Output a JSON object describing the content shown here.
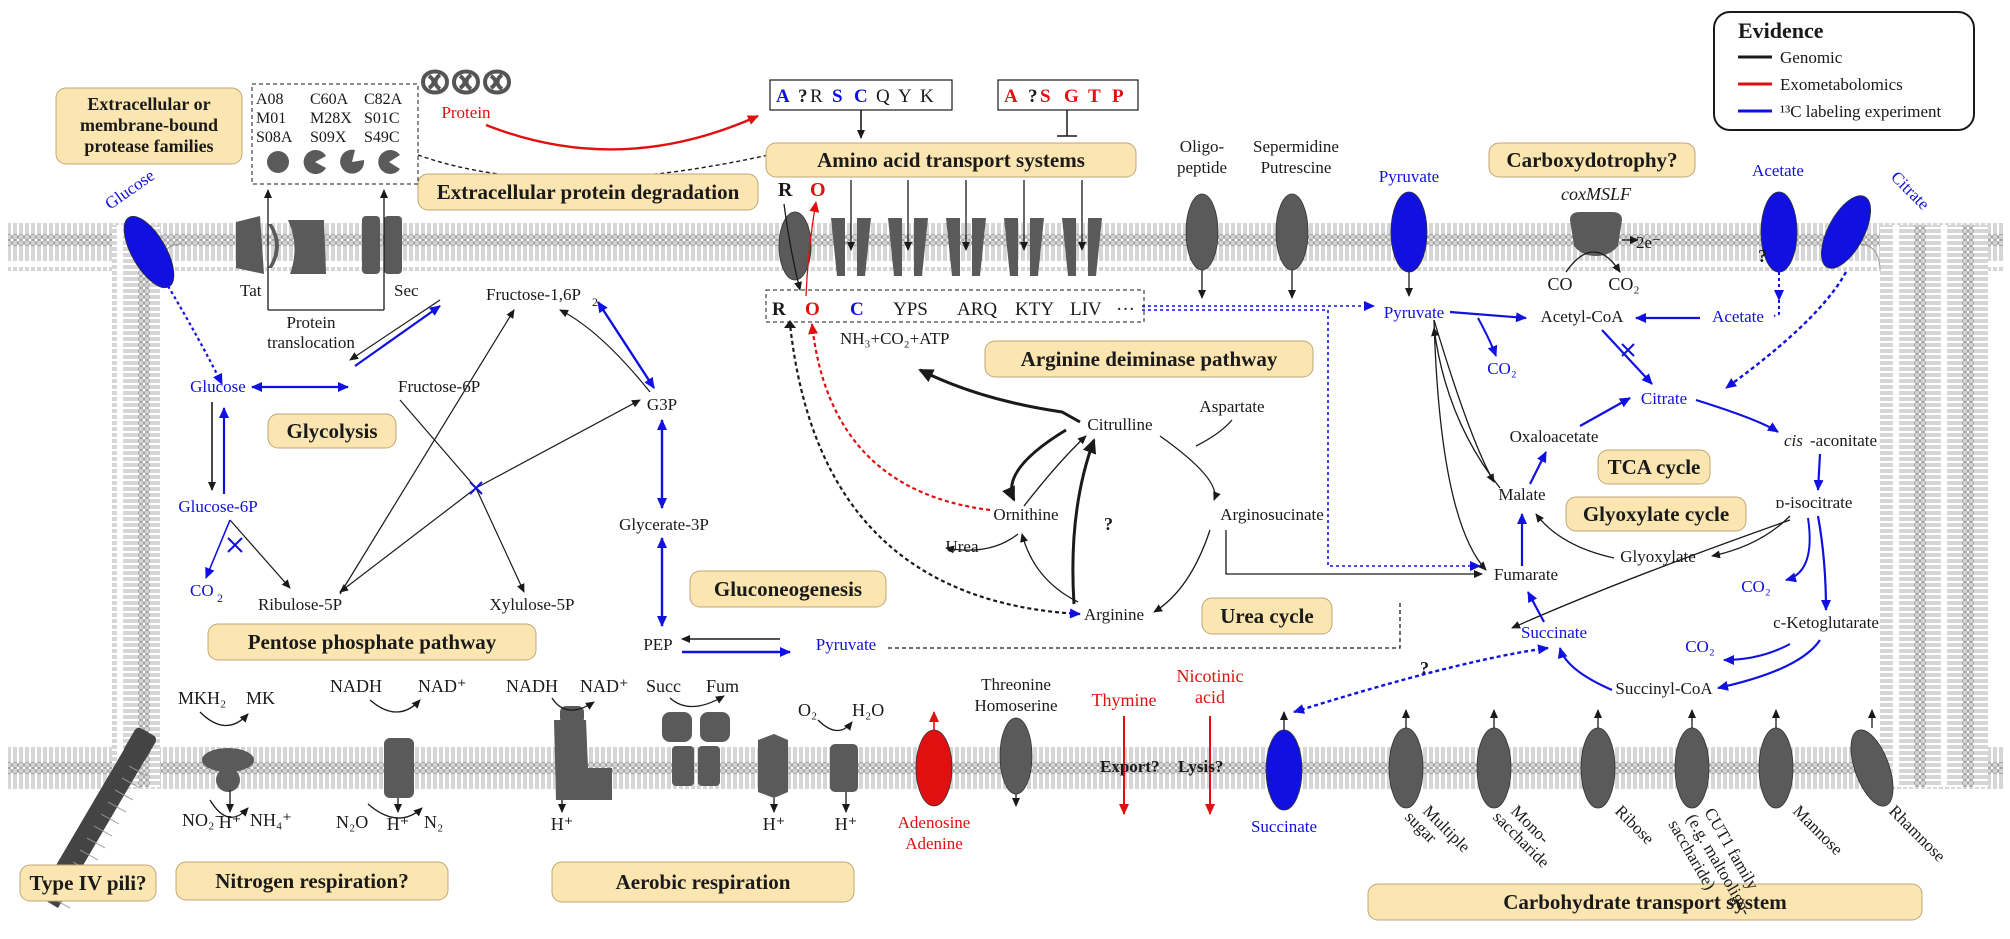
{
  "colors": {
    "genomic": "#1a1a1a",
    "exometabolomics": "#e01010",
    "labeling": "#1010e0",
    "label_box": "#fbe5b0",
    "membrane": "#c8c8c8",
    "protein": "#5a5a5a"
  },
  "legend": {
    "title": "Evidence",
    "items": [
      {
        "key": "genomic",
        "label": "Genomic"
      },
      {
        "key": "exometabolomics",
        "label": "Exometabolomics"
      },
      {
        "key": "labeling",
        "label": "¹³C labeling experiment"
      }
    ]
  },
  "boxes": {
    "protease_families": [
      "Extracellular or",
      "membrane-bound",
      "protease families"
    ],
    "amino_acid_transport": "Amino acid transport systems",
    "extracellular_degradation": "Extracellular protein degradation",
    "carboxydotrophy": "Carboxydotrophy?",
    "arginine_deiminase": "Arginine deiminase pathway",
    "glycolysis": "Glycolysis",
    "tca": "TCA cycle",
    "glyoxylate": "Glyoxylate cycle",
    "gluconeogenesis": "Gluconeogenesis",
    "urea": "Urea cycle",
    "pentose": "Pentose phosphate pathway",
    "type4": "Type IV pili?",
    "nitrogen": "Nitrogen respiration?",
    "aerobic": "Aerobic respiration",
    "carbohydrate": "Carbohydrate transport system"
  },
  "protease_codes": [
    [
      "A08",
      "C60A",
      "C82A"
    ],
    [
      "M01",
      "M28X",
      "S01C"
    ],
    [
      "S08A",
      "S09X",
      "S49C"
    ]
  ],
  "protein_label": "Protein",
  "aa_box1": [
    "A",
    "?",
    "R",
    "S",
    "C",
    "Q",
    "Y",
    "K"
  ],
  "aa_box2": [
    "A",
    "?",
    "S",
    "G",
    "T",
    "P"
  ],
  "ro_labels": {
    "r": "R",
    "o": "O"
  },
  "channel_labels": [
    "R",
    "O",
    "C",
    "YPS",
    "ARQ",
    "KTY",
    "LIV",
    "···"
  ],
  "top_transport": {
    "oligo": [
      "Oligo-",
      "peptide"
    ],
    "spermidine": [
      "Sepermidine",
      "Putrescine"
    ],
    "pyruvate": "Pyruvate",
    "coxmslf": "coxMSLF",
    "co": "CO",
    "co2": "CO₂",
    "e": "2e⁻",
    "acetate": "Acetate",
    "citrate": "Citrate"
  },
  "secretion": {
    "tat": "Tat",
    "sec": "Sec",
    "translocation": [
      "Protein",
      "translocation"
    ]
  },
  "glycolysis_metab": {
    "glucose_out": "Glucose",
    "glucose": "Glucose",
    "fructose16": "Fructose-1,6P",
    "fructose16_sub": "2",
    "fructose6": "Fructose-6P",
    "glucose6": "Glucose-6P",
    "co2": "CO",
    "co2_sub": "2",
    "ribulose": "Ribulose-5P",
    "xylulose": "Xylulose-5P",
    "g3p": "G3P",
    "glycerate": "Glycerate-3P",
    "pep": "PEP",
    "pyruvate": "Pyruvate"
  },
  "adi": {
    "nh3": "NH₃+CO₂+ATP",
    "citrulline": "Citrulline",
    "aspartate": "Aspartate",
    "ornithine": "Ornithine",
    "argininosuccinate": "Arginosucinate",
    "urea": "Urea",
    "arginine": "Arginine",
    "q": "?"
  },
  "tca_metab": {
    "pyruvate": "Pyruvate",
    "acetylcoa": "Acetyl-CoA",
    "acetate": "Acetate",
    "co2": "CO₂",
    "citrate": "Citrate",
    "cis_it": "cis",
    "cis_rest": "-aconitate",
    "oxaloacetate": "Oxaloacetate",
    "disocitrate": "ᴅ-isocitrate",
    "malate": "Malate",
    "glyoxylate": "Glyoxylate",
    "fumarate": "Fumarate",
    "co2b": "CO₂",
    "succinate": "Succinate",
    "ketoglutarate": "c-Ketoglutarate",
    "co2c": "CO₂",
    "succinylcoa": "Succinyl-CoA",
    "q1": "?",
    "q2": "?"
  },
  "respiration": {
    "mkh2": "MKH₂",
    "mk": "MK",
    "no2": "NO₂⁻",
    "h1": "H⁺",
    "nh4": "NH₄⁺",
    "nadh1": "NADH",
    "nad1": "NAD⁺",
    "n2o": "N₂O",
    "h2": "H⁺",
    "n2": "N₂",
    "nadh2": "NADH",
    "nad2": "NAD⁺",
    "h3": "H⁺",
    "succ": "Succ",
    "fum": "Fum",
    "o2": "O₂",
    "h2o": "H₂O",
    "h4": "H⁺",
    "h5": "H⁺"
  },
  "bottom_transport": {
    "adenosine": [
      "Adenosine",
      "Adenine"
    ],
    "threonine": [
      "Threonine",
      "Homoserine"
    ],
    "thymine": "Thymine",
    "nicotinic": [
      "Nicotinic",
      "acid"
    ],
    "export": "Export?",
    "lysis": "Lysis?",
    "succinate": "Succinate",
    "sugars": [
      [
        "Multiple",
        "sugar"
      ],
      [
        "Mono-",
        "saccharide"
      ],
      [
        "Ribose"
      ],
      [
        "CUT1 family",
        "(e.g. maltooligo-",
        "saccharide)"
      ],
      [
        "Mannose"
      ],
      [
        "Rhamnose"
      ]
    ]
  }
}
